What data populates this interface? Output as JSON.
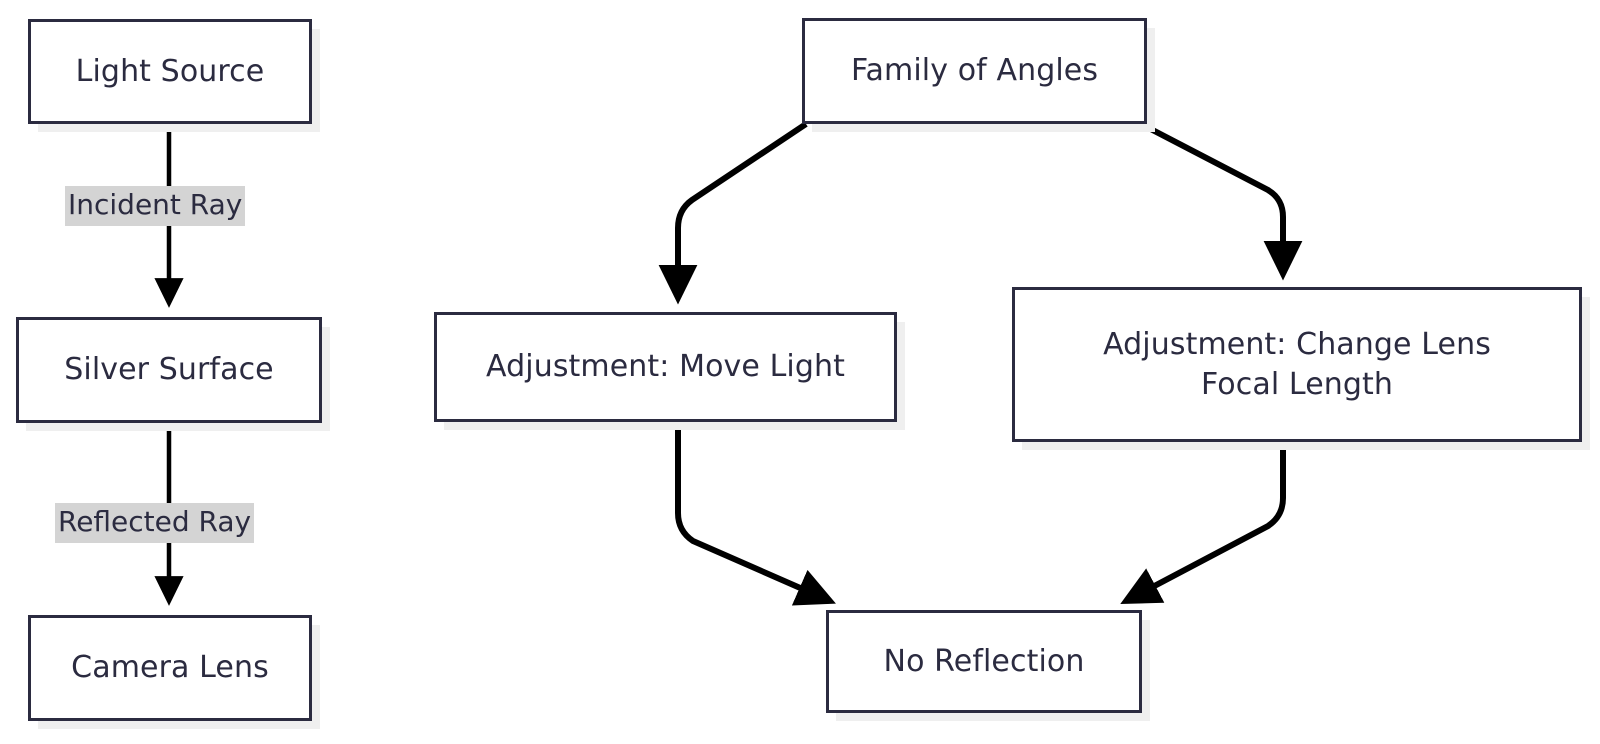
{
  "diagram": {
    "type": "flowchart",
    "background_color": "#ffffff",
    "node_border_color": "#2b2b40",
    "node_fill_color": "#ffffff",
    "node_shadow_color": "#efefef",
    "edge_color": "#000000",
    "edge_label_background": "#d4d4d4",
    "text_color": "#2b2b40",
    "graphs": [
      {
        "name": "reflection-chain",
        "nodes": [
          {
            "id": "light-source",
            "label": "Light Source"
          },
          {
            "id": "silver-surface",
            "label": "Silver Surface"
          },
          {
            "id": "camera-lens",
            "label": "Camera Lens"
          }
        ],
        "edges": [
          {
            "from": "light-source",
            "to": "silver-surface",
            "label": "Incident Ray"
          },
          {
            "from": "silver-surface",
            "to": "camera-lens",
            "label": "Reflected Ray"
          }
        ]
      },
      {
        "name": "angle-adjustment",
        "nodes": [
          {
            "id": "family-of-angles",
            "label": "Family of Angles"
          },
          {
            "id": "adjustment-move-light",
            "label": "Adjustment: Move Light"
          },
          {
            "id": "adjustment-change-lens",
            "label": "Adjustment: Change Lens\nFocal Length"
          },
          {
            "id": "no-reflection",
            "label": "No Reflection"
          }
        ],
        "edges": [
          {
            "from": "family-of-angles",
            "to": "adjustment-move-light",
            "label": ""
          },
          {
            "from": "family-of-angles",
            "to": "adjustment-change-lens",
            "label": ""
          },
          {
            "from": "adjustment-move-light",
            "to": "no-reflection",
            "label": ""
          },
          {
            "from": "adjustment-change-lens",
            "to": "no-reflection",
            "label": ""
          }
        ]
      }
    ],
    "nodes_text": {
      "light_source": "Light Source",
      "silver_surface": "Silver Surface",
      "camera_lens": "Camera Lens",
      "family_of_angles": "Family of Angles",
      "adjustment_move_light": "Adjustment: Move Light",
      "adjustment_change_lens": "Adjustment: Change Lens\nFocal Length",
      "no_reflection": "No Reflection"
    },
    "edge_labels": {
      "incident_ray": "Incident Ray",
      "reflected_ray": "Reflected Ray"
    }
  }
}
